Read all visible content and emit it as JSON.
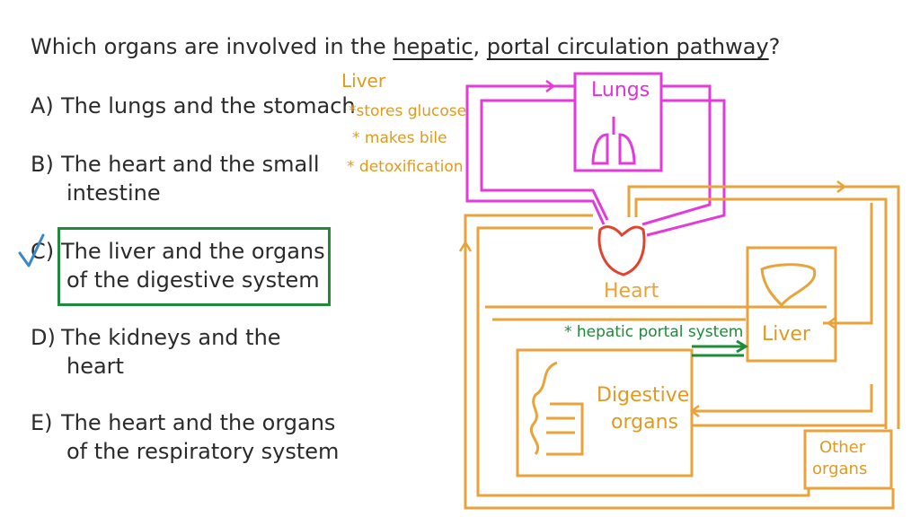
{
  "question": {
    "prefix": "Which organs are involved in the ",
    "u1": "hepatic",
    "mid": ", ",
    "u2": "portal circulation pathway",
    "suffix": "?"
  },
  "options": [
    {
      "letter": "A)",
      "line1": "The lungs and the stomach",
      "line2": ""
    },
    {
      "letter": "B)",
      "line1": "The heart and the small",
      "line2": "intestine"
    },
    {
      "letter": "C)",
      "line1": "The liver and the organs",
      "line2": "of the digestive system"
    },
    {
      "letter": "D)",
      "line1": "The kidneys and the",
      "line2": "heart"
    },
    {
      "letter": "E)",
      "line1": "The heart and the organs",
      "line2": "of the respiratory system"
    }
  ],
  "notes": {
    "title": "Liver",
    "items": [
      "*stores glucose",
      "* makes bile",
      "* detoxification"
    ]
  },
  "diagram": {
    "lungs": "Lungs",
    "heart": "Heart",
    "liver": "Liver",
    "digestive_line1": "Digestive",
    "digestive_line2": "organs",
    "other_line1": "Other",
    "other_line2": "organs",
    "portal_label": "* hepatic portal system"
  },
  "colors": {
    "systemic": "#e8a33a",
    "pulmonary": "#e43ad9",
    "heart": "#e0442e",
    "portal": "#1e8a3a",
    "correct": "#1e8a3a",
    "check": "#3a86c8"
  }
}
